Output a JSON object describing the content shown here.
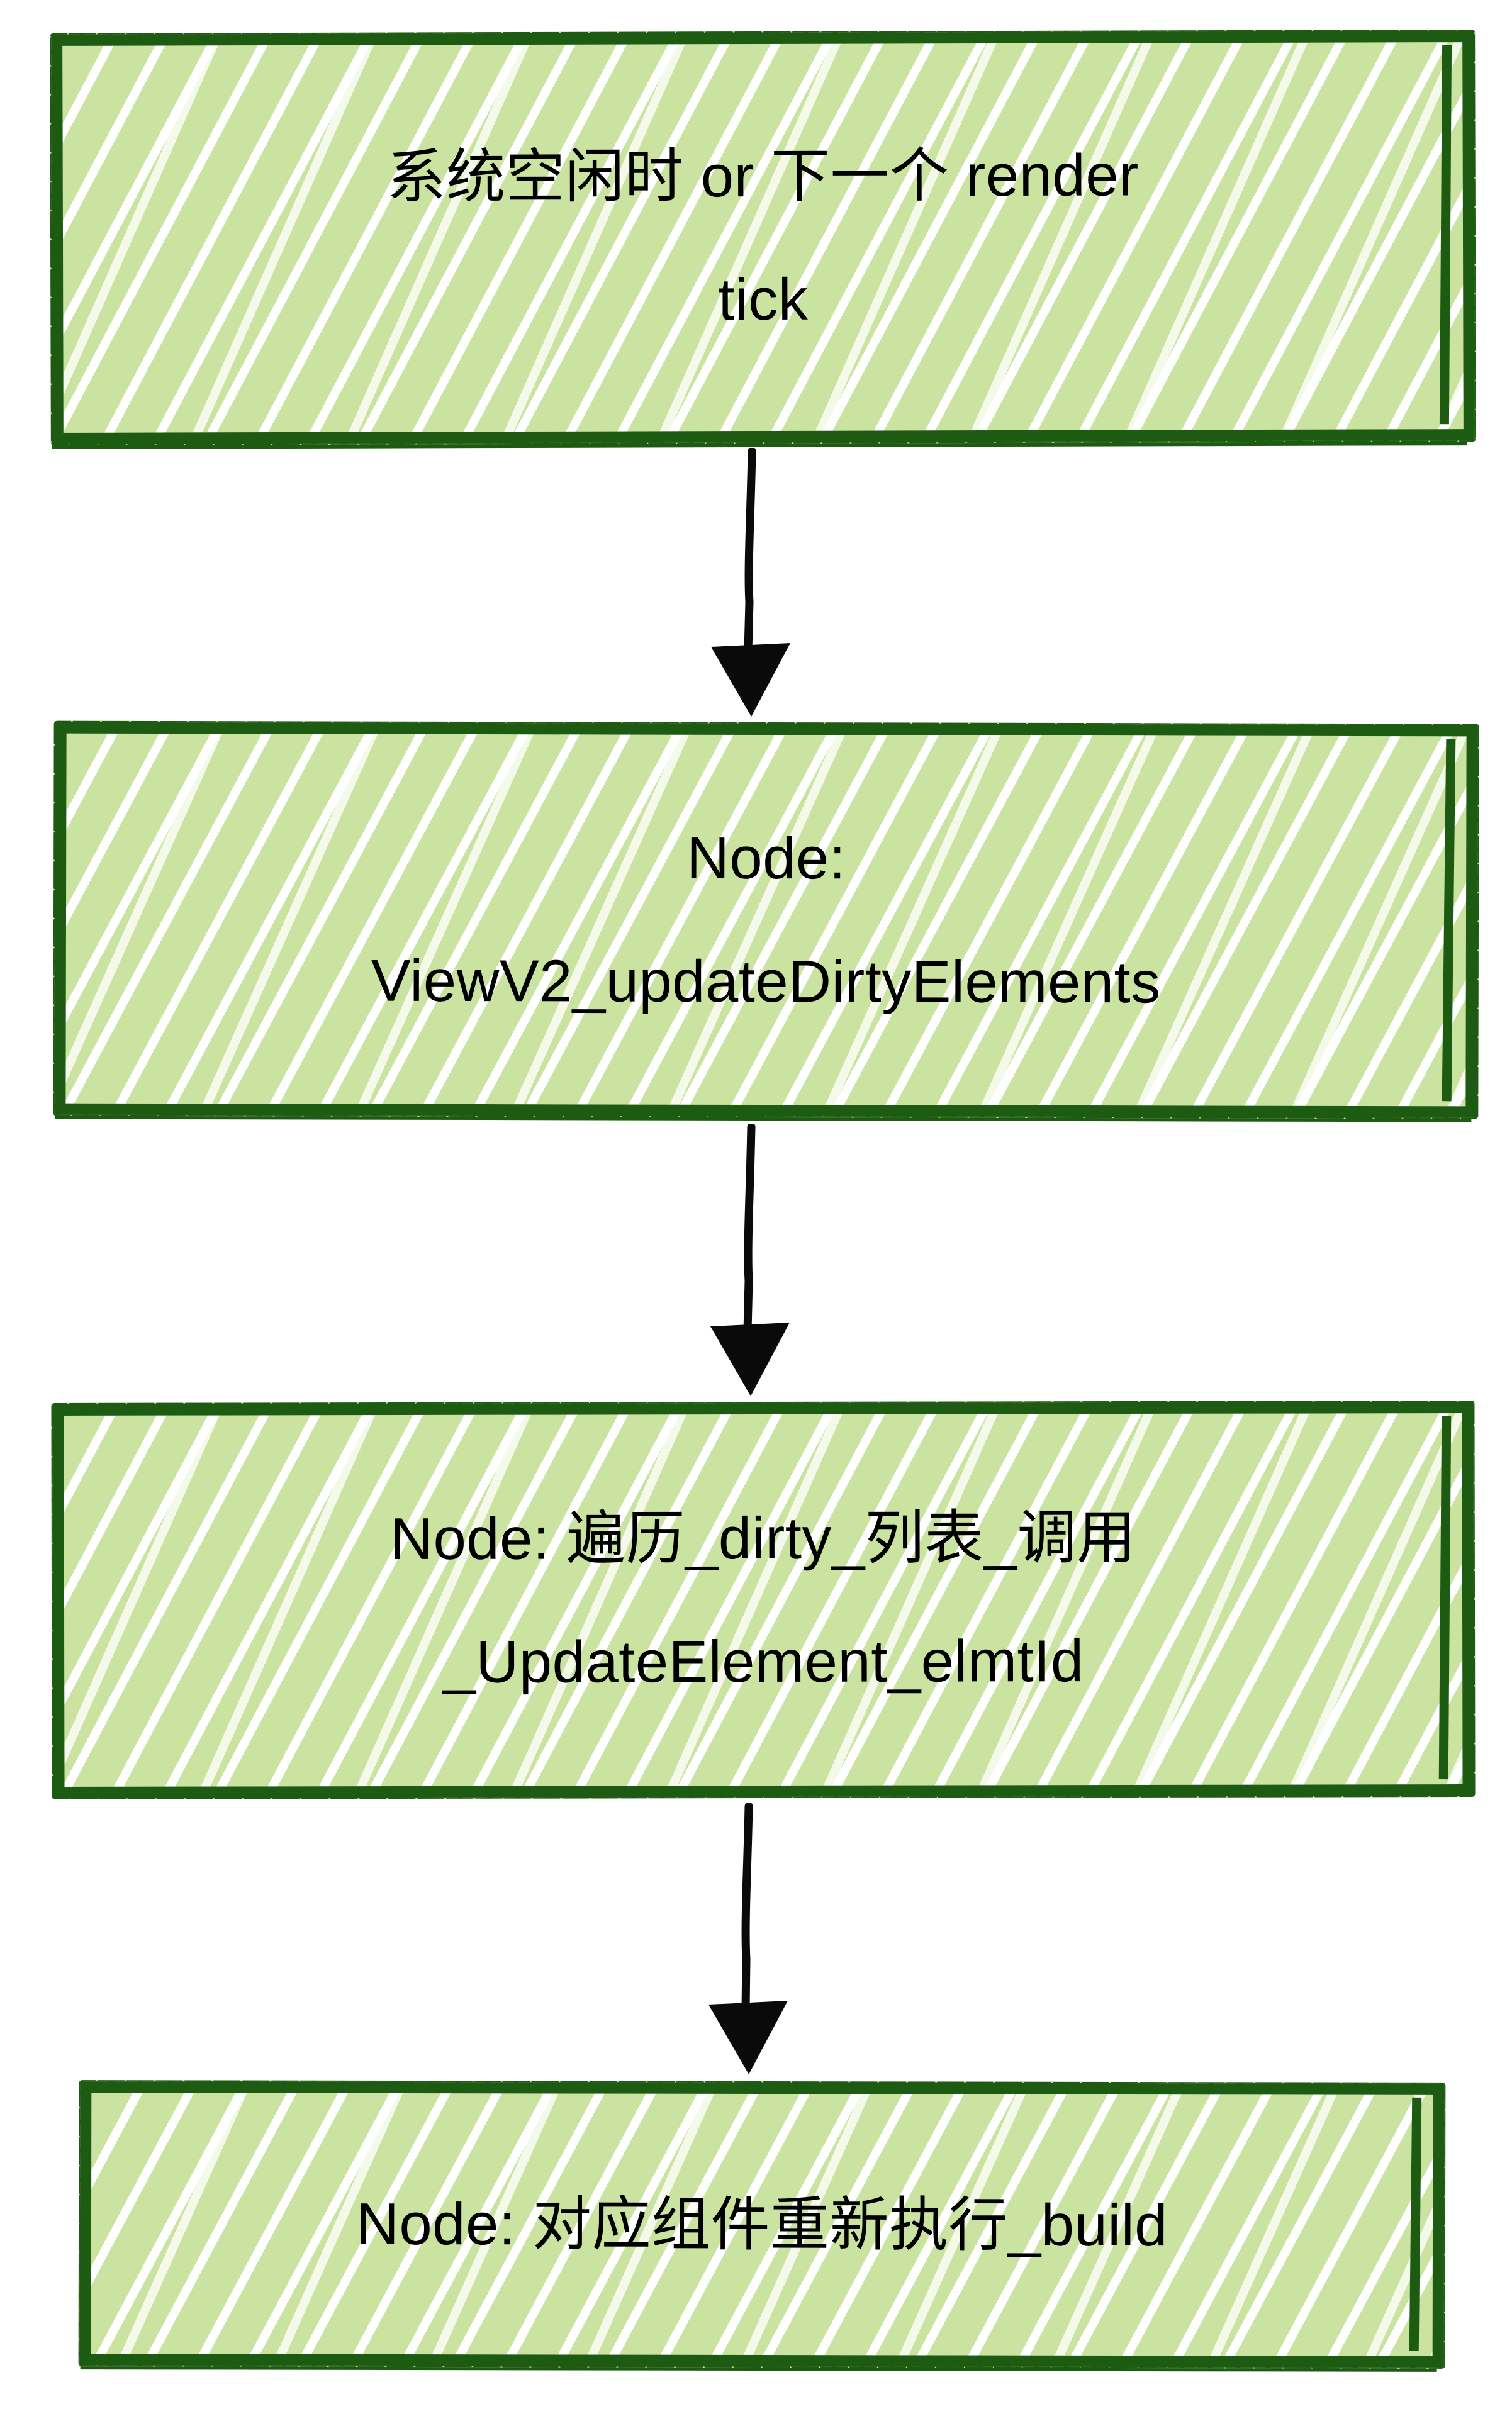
{
  "type": "flowchart",
  "background": "#ffffff",
  "colors": {
    "node_fill": "#cbe3a1",
    "node_border": "#1d5a12",
    "hatch_gap": "#ffffff",
    "halo_green": "#c6e098",
    "arrow": "#0a0a0a",
    "text": "#000000"
  },
  "nodes": [
    {
      "id": "trigger",
      "lines": [
        "系统空闲时 or 下一个 render",
        "tick"
      ]
    },
    {
      "id": "update-dirty-elements",
      "lines": [
        "Node:",
        "ViewV2_updateDirtyElements"
      ]
    },
    {
      "id": "traverse-dirty-list",
      "lines": [
        "Node: 遍历_dirty_列表_调用",
        "_UpdateElement_elmtId"
      ]
    },
    {
      "id": "rebuild-component",
      "lines": [
        "Node: 对应组件重新执行_build"
      ]
    }
  ],
  "edges": [
    {
      "from": "trigger",
      "to": "update-dirty-elements"
    },
    {
      "from": "update-dirty-elements",
      "to": "traverse-dirty-list"
    },
    {
      "from": "traverse-dirty-list",
      "to": "rebuild-component"
    }
  ]
}
